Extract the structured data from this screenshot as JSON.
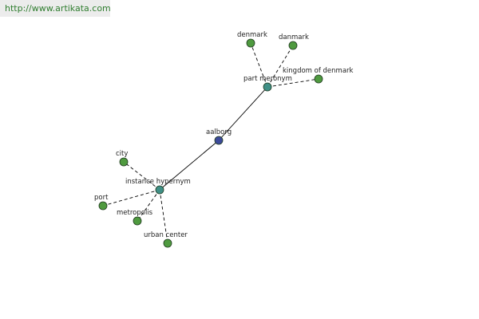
{
  "header": {
    "url": "http://www.artikata.com"
  },
  "colors": {
    "center_node": "#3c4a9a",
    "relation_node": "#3f8f86",
    "leaf_node": "#4f9a3f"
  },
  "graph": {
    "center": {
      "id": "aalborg",
      "label": "aalborg"
    },
    "relations": [
      {
        "id": "part-meronym",
        "label": "part meronym",
        "members": [
          {
            "id": "denmark",
            "label": "denmark"
          },
          {
            "id": "danmark",
            "label": "danmark"
          },
          {
            "id": "kingdom-of-denmark",
            "label": "kingdom of denmark"
          }
        ]
      },
      {
        "id": "instance-hypernym",
        "label": "instance hypernym",
        "members": [
          {
            "id": "city",
            "label": "city"
          },
          {
            "id": "port",
            "label": "port"
          },
          {
            "id": "metropolis",
            "label": "metropolis"
          },
          {
            "id": "urban-center",
            "label": "urban center"
          }
        ]
      }
    ]
  }
}
